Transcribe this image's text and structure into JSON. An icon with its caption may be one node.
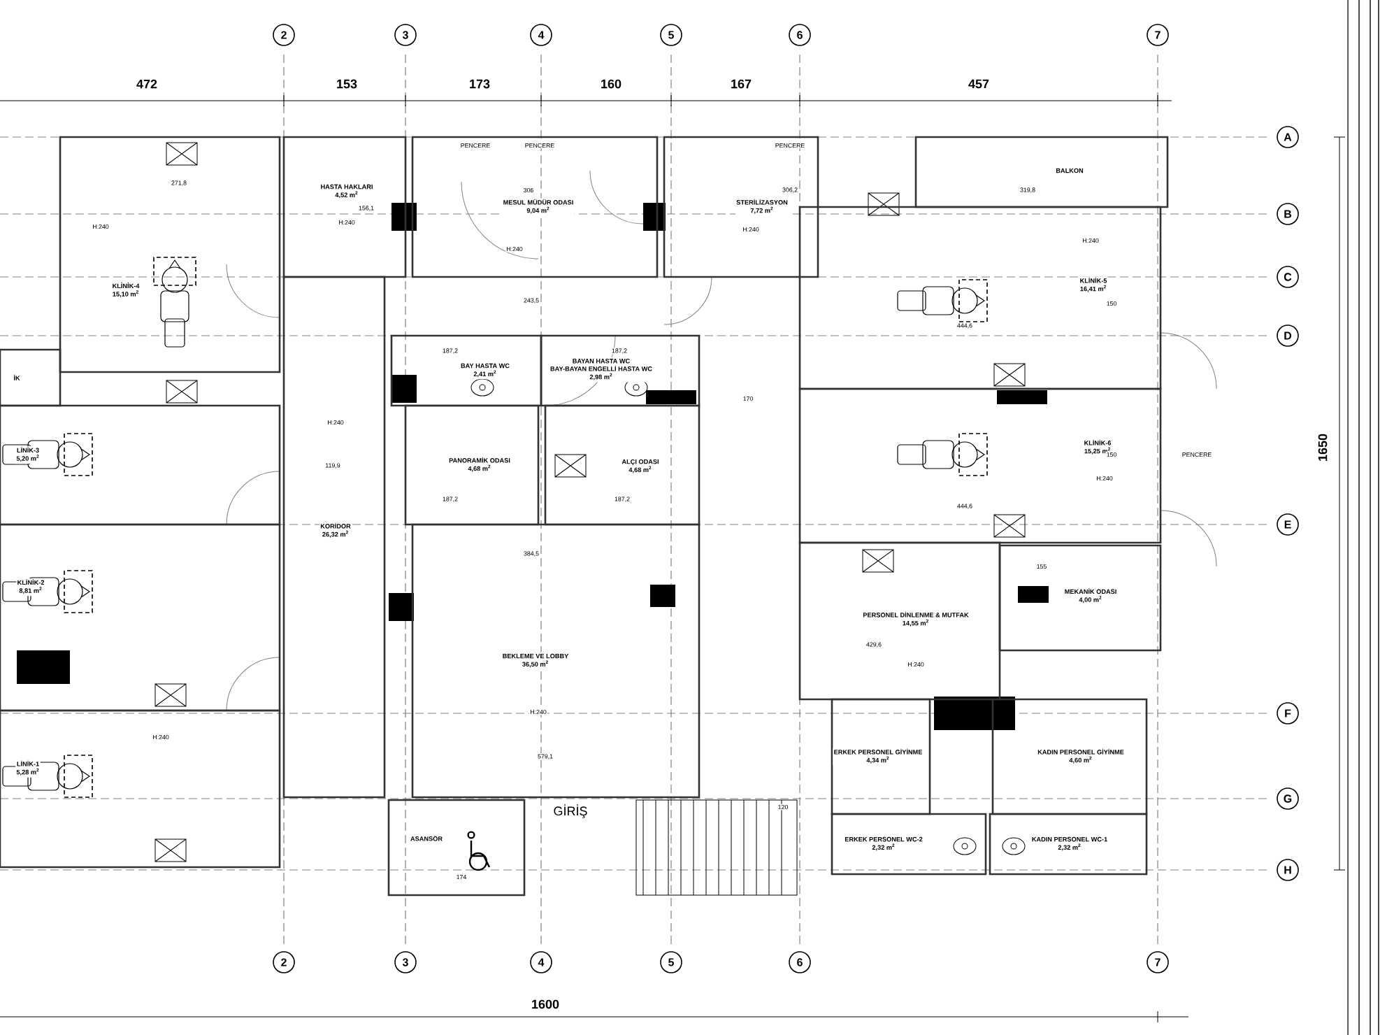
{
  "diagram": {
    "nodes": [
      {
        "text": [
          "KLİNİK-4",
          "15,10 m$^{2}$"
        ]
      },
      {
        "text": [
          "İK"
        ]
      },
      {
        "text": [
          "LİNİK-3",
          "5,20 m$^{2}$"
        ]
      },
      {
        "text": [
          "KLİNİK-2",
          "8,81 m$^{2}$"
        ]
      },
      {
        "text": [
          "LİNİK-1",
          "5,28 m$^{2}$"
        ]
      },
      {
        "text": [
          "HASTA HAKLARI",
          "4,52 m$^{2}$"
        ]
      },
      {
        "text": [
          "MESUL MÜDÜR ODASI",
          "9,04 m$^{2}$"
        ]
      },
      {
        "text": [
          "STERİLİZASYON",
          "7,72 m$^{2}$"
        ]
      },
      {
        "text": [
          "BALKON"
        ]
      },
      {
        "text": [
          "KLİNİK-5",
          "16,41 m$^{2}$"
        ]
      },
      {
        "text": [
          "KLİNİK-6",
          "15,25 m$^{2}$"
        ]
      },
      {
        "text": [
          "BAY HASTA WC",
          "2,41 m$^{2}$"
        ]
      },
      {
        "text": [
          "BAYAN HASTA WC",
          "BAY-BAYAN ENGELLİ HASTA WC",
          "2,98 m$^{2}$"
        ]
      },
      {
        "text": [
          "PANORAMİK ODASI",
          "4,68 m$^{2}$"
        ]
      },
      {
        "text": [
          "ALÇI ODASI",
          "4,68 m$^{2}$"
        ]
      },
      {
        "text": [
          "KORİDOR",
          "26,32 m$^{2}$"
        ]
      },
      {
        "text": [
          "BEKLEME VE LOBBY",
          "36,50 m$^{2}$"
        ]
      },
      {
        "text": [
          "PERSONEL DİNLENME & MUTFAK",
          "14,55 m$^{2}$"
        ]
      },
      {
        "text": [
          "MEKANİK ODASI",
          "4,00 m$^{2}$"
        ]
      },
      {
        "text": [
          "ERKEK PERSONEL GİYİNME",
          "4,34 m$^{2}$"
        ]
      },
      {
        "text": [
          "KADIN PERSONEL GİYİNME",
          "4,60 m$^{2}$"
        ]
      },
      {
        "text": [
          "ERKEK PERSONEL WC-2",
          "2,32 m$^{2}$"
        ]
      },
      {
        "text": [
          "KADIN PERSONEL WC-1",
          "2,32 m$^{2}$"
        ]
      },
      {
        "text": [
          "ASANSÖR"
        ]
      },
      {
        "text": [
          "2"
        ]
      },
      {
        "text": [
          "3"
        ]
      },
      {
        "text": [
          "4"
        ]
      },
      {
        "text": [
          "5"
        ]
      },
      {
        "text": [
          "6"
        ]
      },
      {
        "text": [
          "7"
        ]
      },
      {
        "text": [
          "2"
        ]
      },
      {
        "text": [
          "3"
        ]
      },
      {
        "text": [
          "4"
        ]
      },
      {
        "text": [
          "5"
        ]
      },
      {
        "text": [
          "6"
        ]
      },
      {
        "text": [
          "7"
        ]
      },
      {
        "text": [
          "A"
        ]
      },
      {
        "text": [
          "B"
        ]
      },
      {
        "text": [
          "C"
        ]
      },
      {
        "text": [
          "D"
        ]
      },
      {
        "text": [
          "E"
        ]
      },
      {
        "text": [
          "F"
        ]
      },
      {
        "text": [
          "G"
        ]
      },
      {
        "text": [
          "H"
        ]
      }
    ],
    "labels": [
      "472",
      "153",
      "173",
      "160",
      "167",
      "457",
      "1650",
      "1600",
      "PENCERE",
      "PENCERE",
      "PENCERE",
      "PENCERE",
      "271,8",
      "156,1",
      "306",
      "306,2",
      "319,8",
      "H:240",
      "H:240",
      "H:240",
      "H:240",
      "H:240",
      "243,5",
      "150",
      "444,6",
      "187,2",
      "187,2",
      "170",
      "H:240",
      "119,9",
      "150",
      "H:240",
      "444,6",
      "187,2",
      "187,2",
      "384,5",
      "155",
      "429,6",
      "H:240",
      "H:240",
      "H:240",
      "579,1",
      "GİRİŞ",
      "120",
      "174"
    ]
  }
}
